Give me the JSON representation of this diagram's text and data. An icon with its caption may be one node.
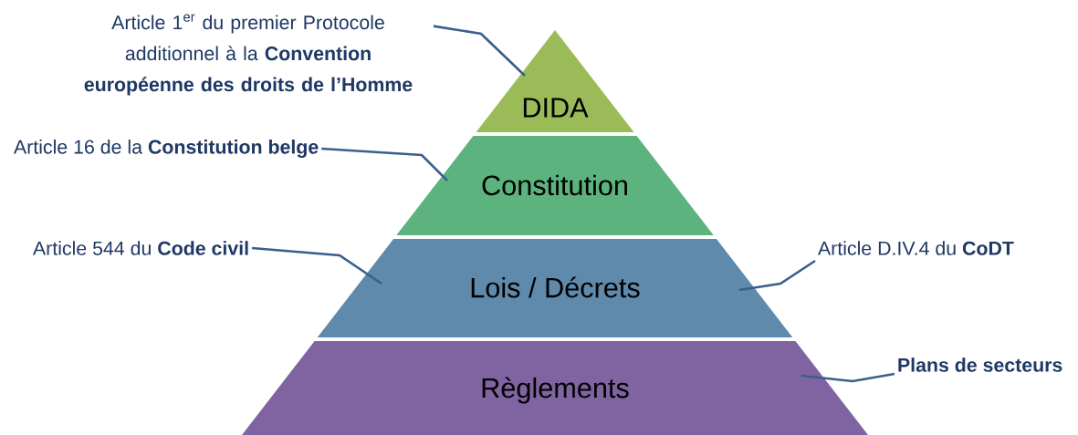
{
  "diagram": {
    "nodes": [
      {
        "text": [
          "DIDA"
        ]
      },
      {
        "text": [
          "Constitution"
        ]
      },
      {
        "text": [
          "Lois / Décrets"
        ]
      },
      {
        "text": [
          "Règlements"
        ]
      },
      {
        "text": [
          "Article 1$^{er}$ du premier Protocole additionnel à la **Convention européenne des droits de l’Homme**"
        ]
      },
      {
        "text": [
          "Article 16 de la **Constitution belge**"
        ]
      },
      {
        "text": [
          "Article 544 du **Code civil**"
        ]
      },
      {
        "text": [
          "Article D.IV.4 du **CoDT**"
        ]
      },
      {
        "text": [
          "Plans de secteurs"
        ]
      }
    ],
    "edges": [
      {
        "from": 4,
        "to": 0,
        "arrow": "none"
      },
      {
        "from": 5,
        "to": 1,
        "arrow": "none"
      },
      {
        "from": 6,
        "to": 2,
        "arrow": "none"
      },
      {
        "from": 7,
        "to": 2,
        "arrow": "none"
      },
      {
        "from": 8,
        "to": 3,
        "arrow": "none"
      }
    ]
  }
}
